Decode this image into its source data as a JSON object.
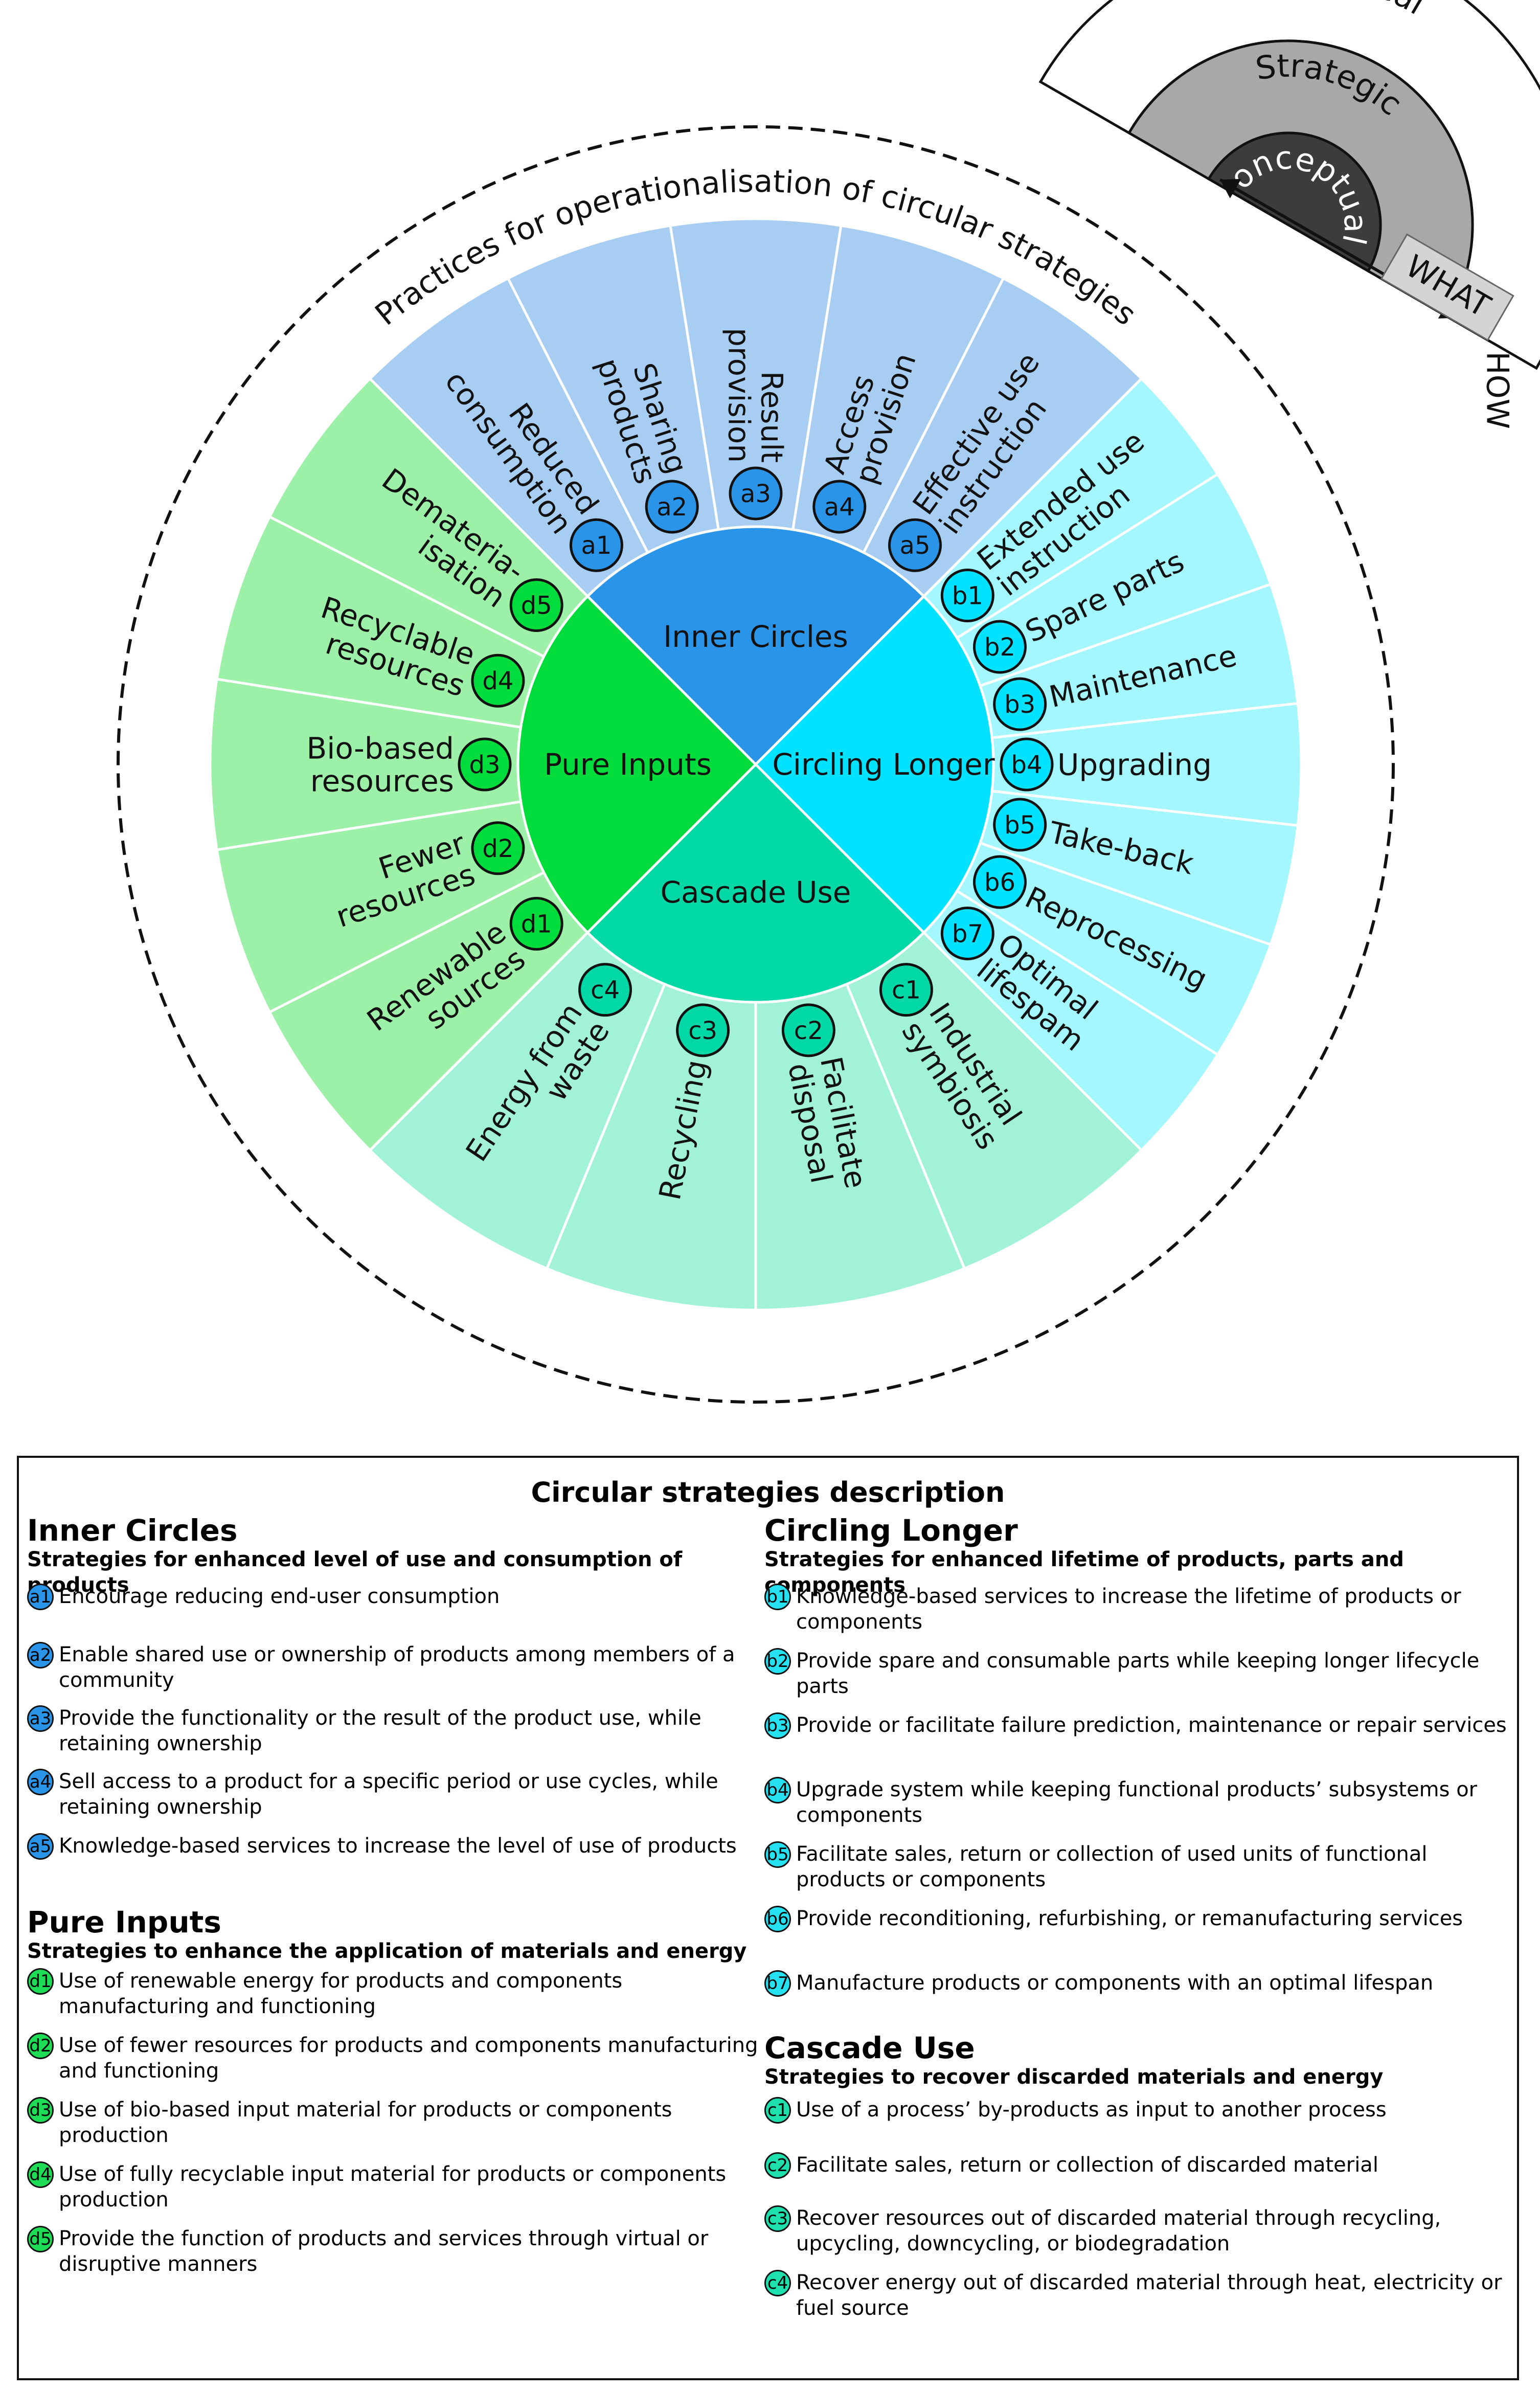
{
  "outer_title": "Practices for operationalisation of circular strategies",
  "colors": {
    "inner_circles": "#2a95e8",
    "inner_circles_light": "#a8cdf2",
    "circling_longer": "#00e2ff",
    "circling_longer_light": "#a4f6ff",
    "cascade_use": "#00d9a6",
    "cascade_use_light": "#a2f2d9",
    "pure_inputs": "#00dc3c",
    "pure_inputs_light": "#9df0a8"
  },
  "quadrants": {
    "inner_circles": "Inner Circles",
    "circling_longer": "Circling Longer",
    "cascade_use": "Cascade Use",
    "pure_inputs": "Pure Inputs"
  },
  "wheel_segments": {
    "a": [
      {
        "code": "a1",
        "lines": [
          "Reduced",
          "consumption"
        ]
      },
      {
        "code": "a2",
        "lines": [
          "Sharing",
          "products"
        ]
      },
      {
        "code": "a3",
        "lines": [
          "Result",
          "provision"
        ]
      },
      {
        "code": "a4",
        "lines": [
          "Access",
          "provision"
        ]
      },
      {
        "code": "a5",
        "lines": [
          "Effective use",
          "instruction"
        ]
      }
    ],
    "b": [
      {
        "code": "b1",
        "lines": [
          "Extended use",
          "instruction"
        ]
      },
      {
        "code": "b2",
        "lines": [
          "Spare parts"
        ]
      },
      {
        "code": "b3",
        "lines": [
          "Maintenance"
        ]
      },
      {
        "code": "b4",
        "lines": [
          "Upgrading"
        ]
      },
      {
        "code": "b5",
        "lines": [
          "Take-back"
        ]
      },
      {
        "code": "b6",
        "lines": [
          "Reprocessing"
        ]
      },
      {
        "code": "b7",
        "lines": [
          "Optimal",
          "lifespam"
        ]
      }
    ],
    "c": [
      {
        "code": "c1",
        "lines": [
          "Industrial",
          "symbiosis"
        ]
      },
      {
        "code": "c2",
        "lines": [
          "Facilitate",
          "disposal"
        ]
      },
      {
        "code": "c3",
        "lines": [
          "Recycling"
        ]
      },
      {
        "code": "c4",
        "lines": [
          "Energy from",
          "waste"
        ]
      }
    ],
    "d": [
      {
        "code": "d1",
        "lines": [
          "Renewable",
          "sources"
        ]
      },
      {
        "code": "d2",
        "lines": [
          "Fewer",
          "resources"
        ]
      },
      {
        "code": "d3",
        "lines": [
          "Bio-based",
          "resources"
        ]
      },
      {
        "code": "d4",
        "lines": [
          "Recyclable",
          "resources"
        ]
      },
      {
        "code": "d5",
        "lines": [
          "Demateria-",
          "isation"
        ]
      }
    ]
  },
  "levels": {
    "practical": "Practical",
    "strategic": "Strategic",
    "conceptual": "Conceptual",
    "how": "HOW",
    "what": "WHAT"
  },
  "legend": {
    "title": "Circular strategies description",
    "inner_circles": {
      "heading": "Inner Circles",
      "subtitle": "Strategies for enhanced level of use and consumption of products",
      "items": [
        {
          "code": "a1",
          "text": "Encourage reducing end-user consumption"
        },
        {
          "code": "a2",
          "text": "Enable shared use or ownership of products among members of a community"
        },
        {
          "code": "a3",
          "text": "Provide the functionality or the result of the product use, while retaining ownership"
        },
        {
          "code": "a4",
          "text": "Sell access to a product for a specific period or use cycles, while retaining ownership"
        },
        {
          "code": "a5",
          "text": "Knowledge-based services to increase the level of use of products"
        }
      ]
    },
    "pure_inputs": {
      "heading": "Pure Inputs",
      "subtitle": "Strategies to enhance the application of materials and energy",
      "items": [
        {
          "code": "d1",
          "text": "Use of renewable energy for products and components manufacturing and functioning"
        },
        {
          "code": "d2",
          "text": "Use of fewer resources for products and components manufacturing and functioning"
        },
        {
          "code": "d3",
          "text": "Use of bio-based input material for products or components production"
        },
        {
          "code": "d4",
          "text": "Use of fully recyclable input material for products or components production"
        },
        {
          "code": "d5",
          "text": "Provide the function of products and services through virtual or disruptive manners"
        }
      ]
    },
    "circling_longer": {
      "heading": "Circling Longer",
      "subtitle": "Strategies for enhanced lifetime of products, parts and components",
      "items": [
        {
          "code": "b1",
          "text": "Knowledge-based services to increase the lifetime of products or components"
        },
        {
          "code": "b2",
          "text": "Provide spare and consumable parts while keeping longer lifecycle parts"
        },
        {
          "code": "b3",
          "text": "Provide or facilitate failure prediction, maintenance or repair services"
        },
        {
          "code": "b4",
          "text": "Upgrade system while keeping functional products’ subsystems or components"
        },
        {
          "code": "b5",
          "text": "Facilitate sales, return or collection of used units of functional products or components"
        },
        {
          "code": "b6",
          "text": "Provide reconditioning, refurbishing, or remanufacturing services"
        },
        {
          "code": "b7",
          "text": "Manufacture products or components with an optimal lifespan"
        }
      ]
    },
    "cascade_use": {
      "heading": "Cascade Use",
      "subtitle": "Strategies to recover discarded materials and energy",
      "items": [
        {
          "code": "c1",
          "text": "Use of a process’ by-products as input to another process"
        },
        {
          "code": "c2",
          "text": "Facilitate sales, return or collection of discarded material"
        },
        {
          "code": "c3",
          "text": "Recover resources out of discarded material through recycling, upcycling, downcycling, or biodegradation"
        },
        {
          "code": "c4",
          "text": "Recover energy out of discarded material through heat, electricity or fuel source"
        }
      ]
    }
  }
}
